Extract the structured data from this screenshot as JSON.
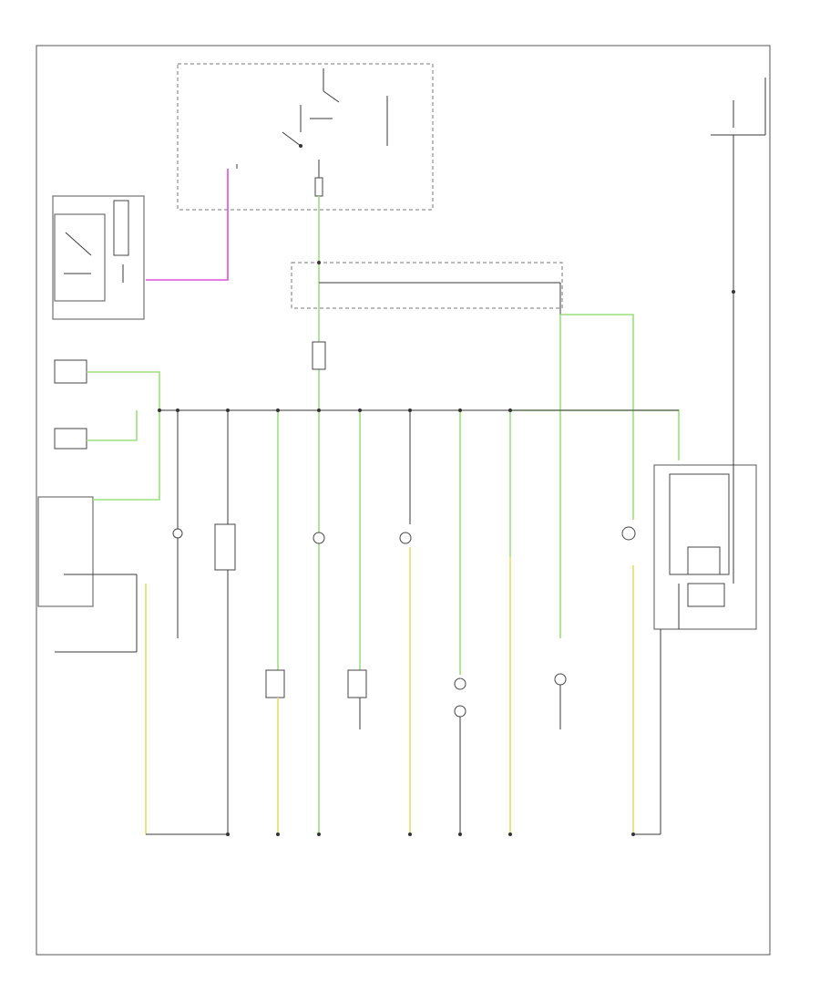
{
  "page": {
    "footer_tag": "",
    "colors": {
      "frame": "#555555",
      "wire_black": "#3a3a3a",
      "wire_green": "#9be07d",
      "wire_yellow": "#e8e07a",
      "wire_magenta": "#e04ee0"
    }
  },
  "components": [
    {
      "id": "fuse-block",
      "label": ""
    },
    {
      "id": "hot-at-all-times-box",
      "label": ""
    },
    {
      "id": "blower-switch",
      "label": ""
    },
    {
      "id": "lighting-switch",
      "label": ""
    },
    {
      "id": "joint-connector",
      "label": ""
    },
    {
      "id": "light-module",
      "label": ""
    },
    {
      "id": "power-relay-lamp",
      "label": ""
    },
    {
      "id": "transmission-shift-lamp",
      "label": ""
    },
    {
      "id": "shift-position-lamp",
      "label": ""
    },
    {
      "id": "combination-meter",
      "label": ""
    },
    {
      "id": "meter-illumination",
      "label": ""
    },
    {
      "id": "ashtray-lamp",
      "label": ""
    },
    {
      "id": "heater-control-lamp",
      "label": ""
    },
    {
      "id": "clock-lamp",
      "label": ""
    },
    {
      "id": "cigarette-lighter-lamp",
      "label": ""
    },
    {
      "id": "glove-box-lamp",
      "label": ""
    },
    {
      "id": "audio-unit-lamp",
      "label": ""
    },
    {
      "id": "hazard-switch-lamp",
      "label": ""
    },
    {
      "id": "rear-defogger-lamp",
      "label": ""
    },
    {
      "id": "ac-switch-lamp",
      "label": ""
    },
    {
      "id": "mirror-switch-lamp",
      "label": ""
    },
    {
      "id": "dimmer-control",
      "label": ""
    },
    {
      "id": "dimmer-unit",
      "label": ""
    },
    {
      "id": "display-unit",
      "label": ""
    }
  ],
  "legend": []
}
